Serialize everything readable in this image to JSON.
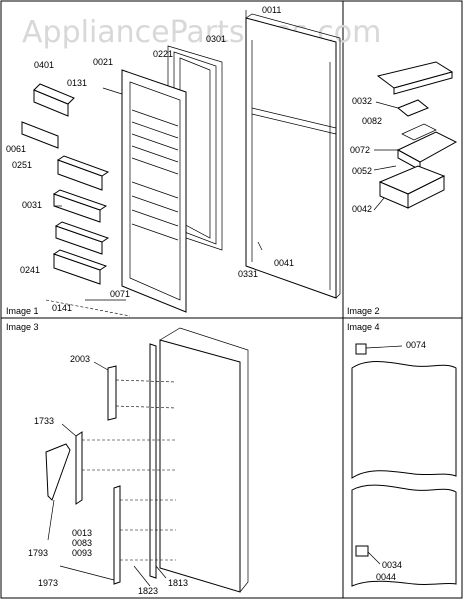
{
  "watermark": "AppliancePartsPros.com",
  "panels": {
    "image1": "Image 1",
    "image2": "Image 2",
    "image3": "Image 3",
    "image4": "Image 4"
  },
  "labels": {
    "p0011": "0011",
    "p0301": "0301",
    "p0221": "0221",
    "p0021": "0021",
    "p0131": "0131",
    "p0401": "0401",
    "p0061": "0061",
    "p0251": "0251",
    "p0031": "0031",
    "p0241": "0241",
    "p0141": "0141",
    "p0071": "0071",
    "p0331": "0331",
    "p0041": "0041",
    "p0032": "0032",
    "p0082": "0082",
    "p0072": "0072",
    "p0052": "0052",
    "p0042": "0042",
    "p2003": "2003",
    "p1733": "1733",
    "p0013": "0013",
    "p0083": "0083",
    "p0093": "0093",
    "p1793": "1793",
    "p1973": "1973",
    "p1823": "1823",
    "p1813": "1813",
    "p0074": "0074",
    "p0034": "0034",
    "p0044": "0044"
  }
}
